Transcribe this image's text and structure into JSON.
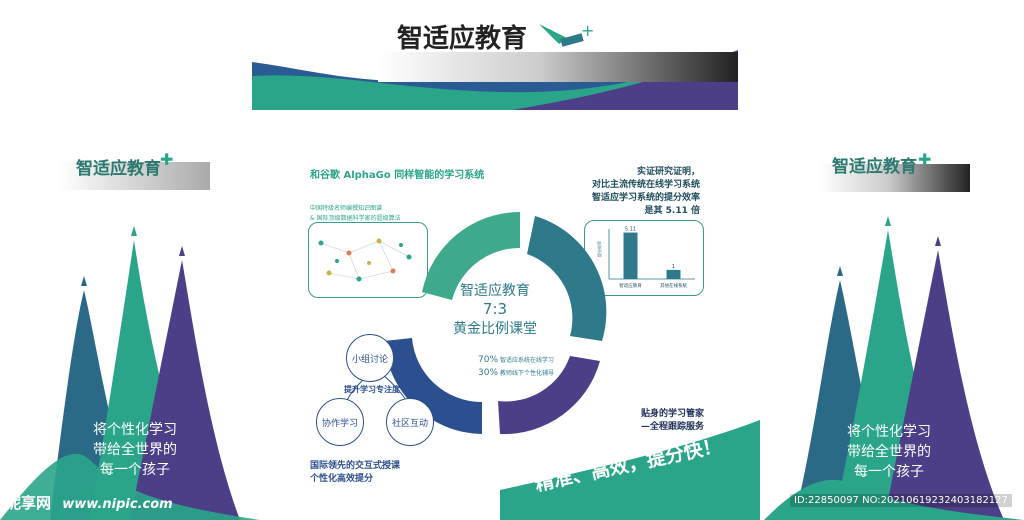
{
  "top_banner": {
    "title": "智适应教育"
  },
  "left_panel": {
    "brand": "智适应教育",
    "slogan": [
      "将个性化学习",
      "带给全世界的",
      "每一个孩子"
    ]
  },
  "right_panel": {
    "brand": "智适应教育",
    "slogan": [
      "将个性化学习",
      "带给全世界的",
      "每一个孩子"
    ]
  },
  "center": {
    "top_left_title": "和谷歌 AlphaGo 同样智能的学习系统",
    "top_left_lines": [
      "中国特级名师编撰知识图谱",
      "& 国际顶级数据科学家的超级算法"
    ],
    "top_right_lines": [
      "实证研究证明，",
      "对比主流传统在线学习系统",
      "智适应学习系统的提分效率",
      "是其 5.11 倍"
    ],
    "ring_center": {
      "line1": "智适应教育",
      "line2": "7:3",
      "line3": "黄金比例课堂",
      "stat1_pct": "70%",
      "stat1_text": "智适应系统在线学习",
      "stat2_pct": "30%",
      "stat2_text": "教师线下个性化辅导"
    },
    "bubbles": {
      "b1": "小组讨论",
      "b2": "协作学习",
      "b3": "社区互动",
      "caption": "提升学习专注度"
    },
    "bottom_left_lines": [
      "国际领先的交互式授课",
      "个性化高效提分"
    ],
    "bottom_right_lines": [
      "贴身的学习管家",
      "—全程跟踪服务"
    ],
    "banner_text": "精准、高效，提分快！"
  },
  "chart_data": {
    "type": "bar",
    "categories": [
      "智适应教育",
      "其他在线系统"
    ],
    "values": [
      5.11,
      1
    ],
    "value_labels": [
      "5.11",
      "1"
    ],
    "ylabel": "提分效率",
    "ylim": [
      0,
      5.5
    ],
    "colors": [
      "#2e7a8a",
      "#2e7a8a"
    ]
  },
  "watermark": {
    "brand": "昵享网",
    "url": "www.nipic.com",
    "id_text": "ID:22850097 NO:20210619232403182127"
  },
  "colors": {
    "teal": "#2aa58a",
    "blue_teal": "#2e7a8a",
    "navy": "#2c4f8f",
    "purple": "#4d3f87",
    "green_light": "#4fb38f"
  }
}
